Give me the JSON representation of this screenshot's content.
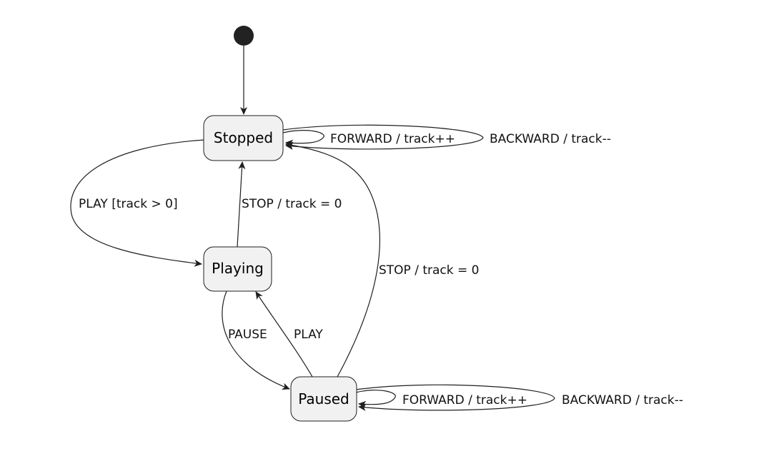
{
  "states": {
    "stopped": "Stopped",
    "playing": "Playing",
    "paused": "Paused"
  },
  "transitions": {
    "stopped_forward": "FORWARD / track++",
    "stopped_backward": "BACKWARD / track--",
    "stopped_to_playing": "PLAY [track > 0]",
    "playing_to_stopped": "STOP / track = 0",
    "paused_to_stopped": "STOP / track = 0",
    "playing_to_paused": "PAUSE",
    "paused_to_playing": "PLAY",
    "paused_forward": "FORWARD / track++",
    "paused_backward": "BACKWARD / track--"
  }
}
